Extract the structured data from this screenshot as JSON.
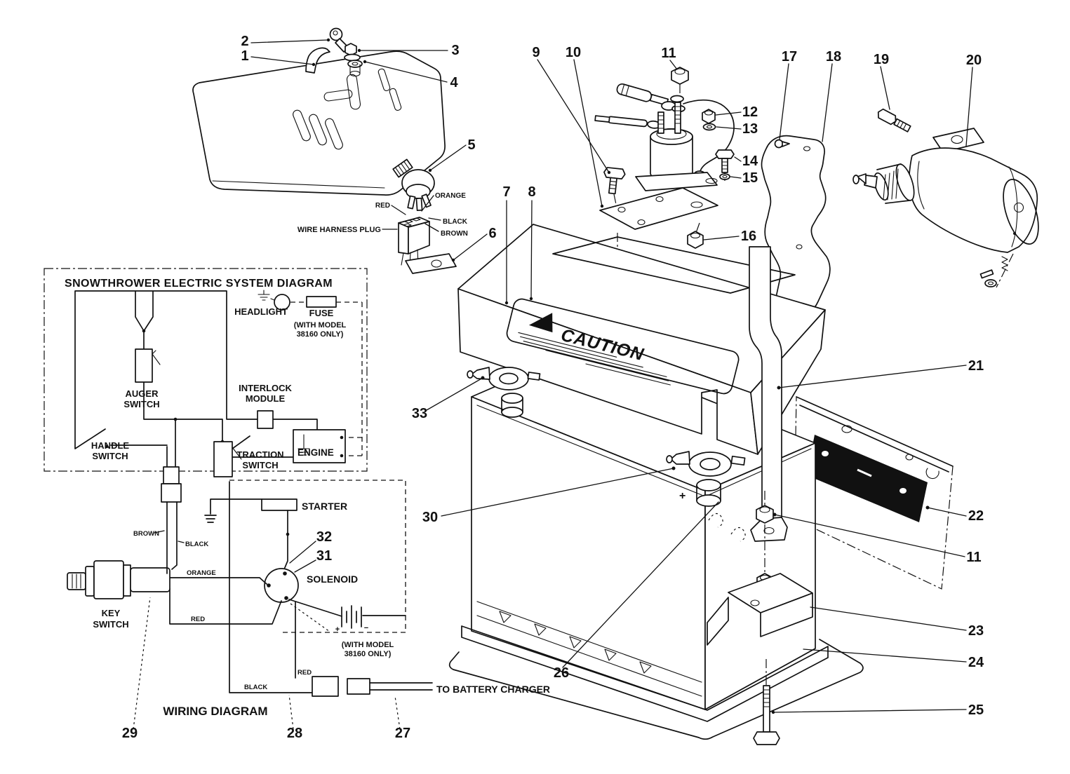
{
  "figure": {
    "schematic": {
      "title": "SNOWTHROWER ELECTRIC SYSTEM DIAGRAM",
      "headlight": "HEADLIGHT",
      "fuse": "FUSE",
      "fuse_note_line1": "(WITH MODEL",
      "fuse_note_line2": "38160 ONLY)",
      "auger_line1": "AUGER",
      "auger_line2": "SWITCH",
      "interlock_line1": "INTERLOCK",
      "interlock_line2": "MODULE",
      "handle_line1": "HANDLE",
      "handle_line2": "SWITCH",
      "traction_line1": "TRACTION",
      "traction_line2": "SWITCH",
      "engine": "ENGINE"
    },
    "wiring": {
      "title": "WIRING DIAGRAM",
      "key_line1": "KEY",
      "key_line2": "SWITCH",
      "starter": "STARTER",
      "solenoid": "SOLENOID",
      "battery_note_line1": "(WITH MODEL",
      "battery_note_line2": "38160 ONLY)",
      "charger": "TO BATTERY CHARGER",
      "batt_plus": "+",
      "batt_minus": "−",
      "colors": {
        "brown": "BROWN",
        "black": "BLACK",
        "orange": "ORANGE",
        "red": "RED",
        "red_lower": "RED",
        "black_lower": "BLACK"
      }
    },
    "harness": {
      "label": "WIRE HARNESS PLUG",
      "red": "RED",
      "orange": "ORANGE",
      "black": "BLACK",
      "brown": "BROWN"
    },
    "battery": {
      "caution": "CAUTION",
      "positive": "+"
    },
    "callouts": {
      "c1": "1",
      "c2": "2",
      "c3": "3",
      "c4": "4",
      "c5": "5",
      "c6": "6",
      "c7": "7",
      "c8": "8",
      "c9": "9",
      "c10": "10",
      "c11": "11",
      "c12": "12",
      "c13": "13",
      "c14": "14",
      "c15": "15",
      "c16": "16",
      "c17": "17",
      "c18": "18",
      "c19": "19",
      "c20": "20",
      "c21": "21",
      "c22": "22",
      "c11b": "11",
      "c23": "23",
      "c24": "24",
      "c25": "25",
      "c26": "26",
      "c27": "27",
      "c28": "28",
      "c29": "29",
      "c30": "30",
      "c31": "31",
      "c32": "32",
      "c33": "33"
    }
  }
}
